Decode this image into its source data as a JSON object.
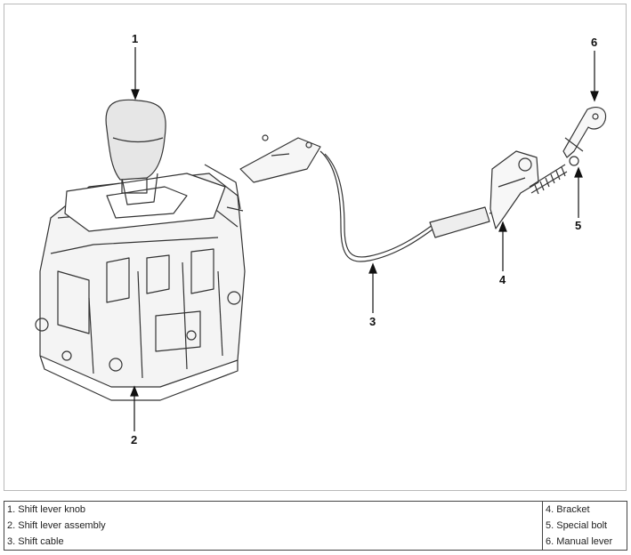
{
  "callouts": {
    "c1": "1",
    "c2": "2",
    "c3": "3",
    "c4": "4",
    "c5": "5",
    "c6": "6"
  },
  "legend": {
    "left": [
      "1. Shift lever knob",
      "2. Shift lever assembly",
      "3. Shift cable"
    ],
    "right": [
      "4. Bracket",
      "5. Special bolt",
      "6. Manual lever"
    ]
  }
}
